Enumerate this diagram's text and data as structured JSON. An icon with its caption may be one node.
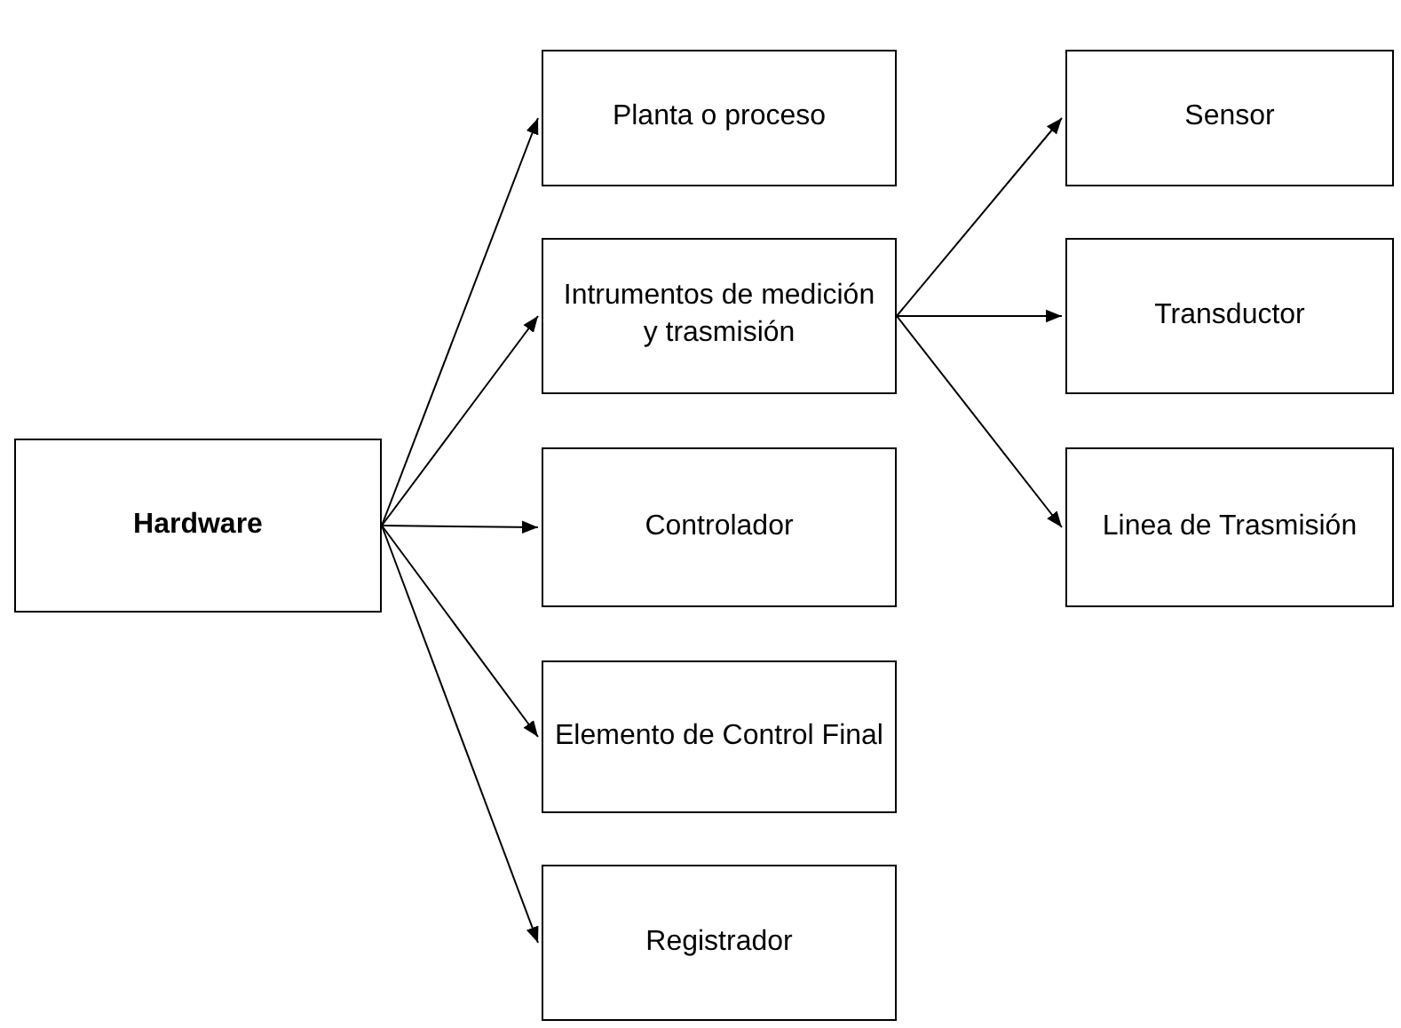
{
  "diagram": {
    "nodes": [
      {
        "text": [
          "Hardware"
        ]
      },
      {
        "text": [
          "Planta o proceso"
        ]
      },
      {
        "text": [
          "Intrumentos de medición y trasmisión"
        ]
      },
      {
        "text": [
          "Controlador"
        ]
      },
      {
        "text": [
          "Elemento de Control Final"
        ]
      },
      {
        "text": [
          "Registrador"
        ]
      },
      {
        "text": [
          "Sensor"
        ]
      },
      {
        "text": [
          "Transductor"
        ]
      },
      {
        "text": [
          "Linea de Trasmisión"
        ]
      }
    ],
    "edges": [
      {
        "from": 0,
        "to": 1,
        "arrow": "to"
      },
      {
        "from": 0,
        "to": 2,
        "arrow": "to"
      },
      {
        "from": 0,
        "to": 3,
        "arrow": "to"
      },
      {
        "from": 0,
        "to": 4,
        "arrow": "to"
      },
      {
        "from": 0,
        "to": 5,
        "arrow": "to"
      },
      {
        "from": 2,
        "to": 6,
        "arrow": "to"
      },
      {
        "from": 2,
        "to": 7,
        "arrow": "to"
      },
      {
        "from": 2,
        "to": 8,
        "arrow": "to"
      }
    ]
  }
}
